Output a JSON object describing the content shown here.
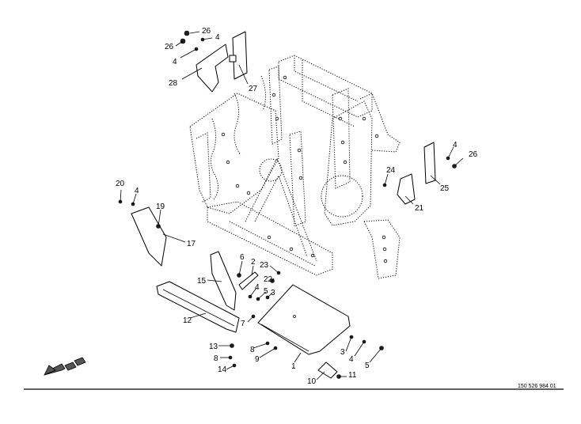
{
  "drawing_number": "150 526 984 01",
  "callouts": [
    {
      "id": "c26a",
      "text": "26"
    },
    {
      "id": "c26b",
      "text": "26"
    },
    {
      "id": "c4a",
      "text": "4"
    },
    {
      "id": "c4b",
      "text": "4"
    },
    {
      "id": "c28",
      "text": "28"
    },
    {
      "id": "c27",
      "text": "27"
    },
    {
      "id": "c4c",
      "text": "4"
    },
    {
      "id": "c26c",
      "text": "26"
    },
    {
      "id": "c24",
      "text": "24"
    },
    {
      "id": "c25",
      "text": "25"
    },
    {
      "id": "c21",
      "text": "21"
    },
    {
      "id": "c20",
      "text": "20"
    },
    {
      "id": "c4d",
      "text": "4"
    },
    {
      "id": "c19",
      "text": "19"
    },
    {
      "id": "c17",
      "text": "17"
    },
    {
      "id": "c6",
      "text": "6"
    },
    {
      "id": "c2",
      "text": "2"
    },
    {
      "id": "c23",
      "text": "23"
    },
    {
      "id": "c15",
      "text": "15"
    },
    {
      "id": "c22",
      "text": "22"
    },
    {
      "id": "c4e",
      "text": "4"
    },
    {
      "id": "c5a",
      "text": "5"
    },
    {
      "id": "c3a",
      "text": "3"
    },
    {
      "id": "c12",
      "text": "12"
    },
    {
      "id": "c7",
      "text": "7"
    },
    {
      "id": "c13",
      "text": "13"
    },
    {
      "id": "c8a",
      "text": "8"
    },
    {
      "id": "c9",
      "text": "9"
    },
    {
      "id": "c8b",
      "text": "8"
    },
    {
      "id": "c14",
      "text": "14"
    },
    {
      "id": "c1",
      "text": "1"
    },
    {
      "id": "c3b",
      "text": "3"
    },
    {
      "id": "c4f",
      "text": "4"
    },
    {
      "id": "c5b",
      "text": "5"
    },
    {
      "id": "c11",
      "text": "11"
    },
    {
      "id": "c10",
      "text": "10"
    }
  ]
}
